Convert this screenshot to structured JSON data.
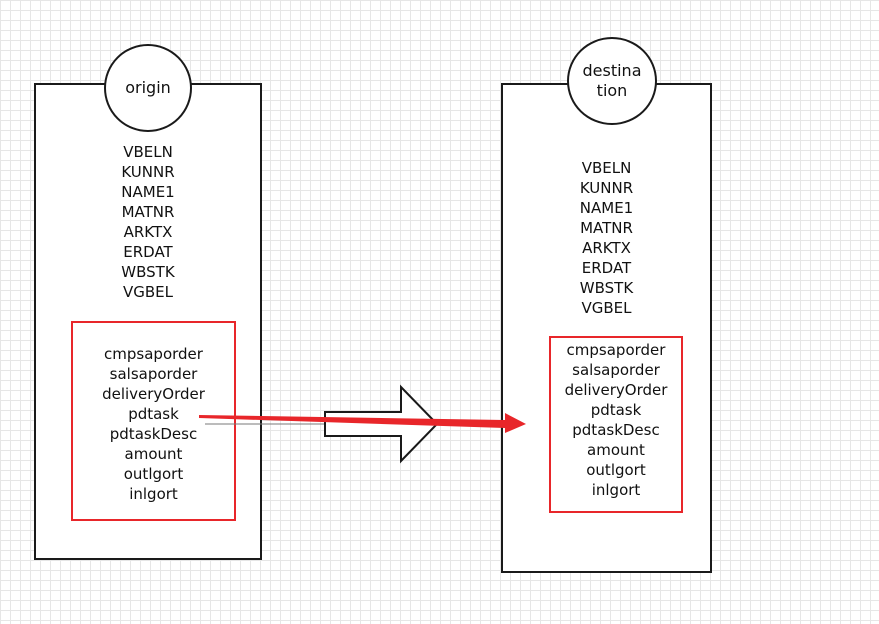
{
  "origin": {
    "title": "origin",
    "fields": [
      "VBELN",
      "KUNNR",
      "NAME1",
      "MATNR",
      "ARKTX",
      "ERDAT",
      "WBSTK",
      "VGBEL"
    ],
    "highlighted_fields": [
      "cmpsaporder",
      "salsaporder",
      "deliveryOrder",
      "pdtask",
      "pdtaskDesc",
      "amount",
      "outlgort",
      "inlgort"
    ]
  },
  "destination": {
    "title_line1": "destina",
    "title_line2": "tion",
    "fields": [
      "VBELN",
      "KUNNR",
      "NAME1",
      "MATNR",
      "ARKTX",
      "ERDAT",
      "WBSTK",
      "VGBEL"
    ],
    "highlighted_fields": [
      "cmpsaporder",
      "salsaporder",
      "deliveryOrder",
      "pdtask",
      "pdtaskDesc",
      "amount",
      "outlgort",
      "inlgort"
    ]
  },
  "colors": {
    "outline": "#1a1a1a",
    "highlight": "#e8262a"
  }
}
